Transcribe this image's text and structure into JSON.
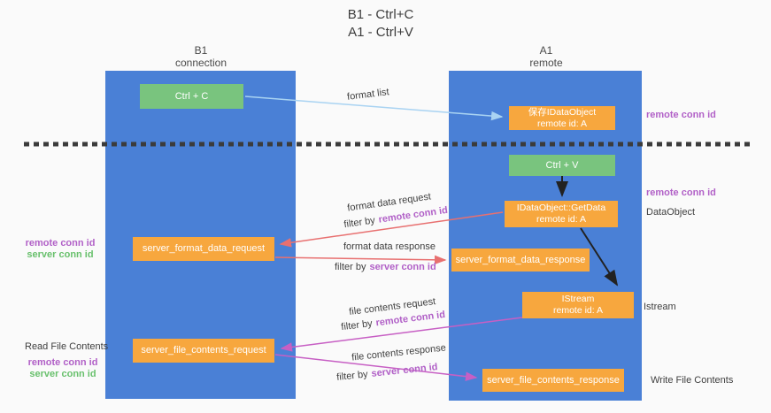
{
  "title": {
    "line1": "B1 - Ctrl+C",
    "line2": "A1 - Ctrl+V"
  },
  "lanes": {
    "left": {
      "name": "B1",
      "subtitle": "connection"
    },
    "right": {
      "name": "A1",
      "subtitle": "remote"
    }
  },
  "boxes": {
    "ctrl_c": "Ctrl + C",
    "ctrl_v": "Ctrl + V",
    "save_dataobject": {
      "line1": "保存IDataObject",
      "line2": "remote id: A"
    },
    "getdata": {
      "line1": "IDataObject::GetData",
      "line2": "remote id: A"
    },
    "istream": {
      "line1": "IStream",
      "line2": "remote id: A"
    },
    "server_format_data_request": "server_format_data_request",
    "server_format_data_response": "server_format_data_response",
    "server_file_contents_request": "server_file_contents_request",
    "server_file_contents_response": "server_file_contents_response"
  },
  "flow_labels": {
    "format_list": "format list",
    "format_data_request": "format data request",
    "format_data_response": "format data response",
    "file_contents_request": "file contents request",
    "file_contents_response": "file contents response",
    "filter_by": "filter by",
    "remote_conn_id": "remote conn id",
    "server_conn_id": "server conn id"
  },
  "side_labels": {
    "remote_conn_id": "remote conn id",
    "server_conn_id": "server conn id",
    "dataobject": "DataObject",
    "istream": "Istream",
    "read_file_contents": "Read File Contents",
    "write_file_contents": "Write File Contents"
  },
  "colors": {
    "background": "#fafafa",
    "lane_blue": "#4a80d6",
    "box_green": "#79c47e",
    "box_orange": "#f7a73e",
    "arrow_light_blue": "#a9d3f2",
    "arrow_red": "#e87070",
    "arrow_magenta": "#c75fc4",
    "arrow_black": "#222222",
    "text_purple": "#b160c7",
    "text_green": "#68c06c",
    "dashed_line": "#3b3b3b"
  }
}
